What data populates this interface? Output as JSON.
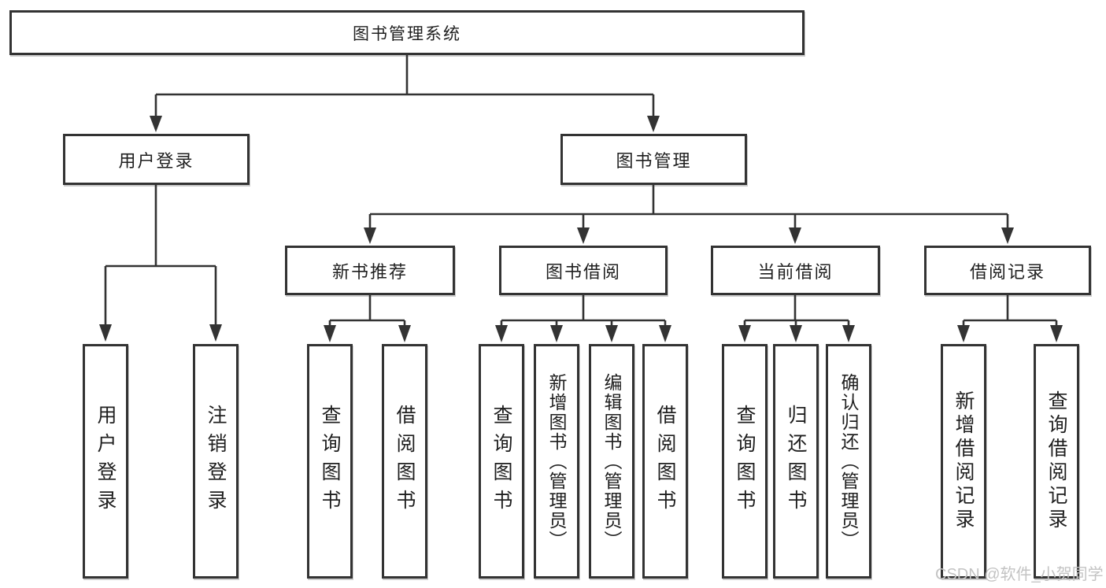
{
  "diagram": {
    "root": {
      "label": "图书管理系统"
    },
    "level1": [
      {
        "label": "用户登录"
      },
      {
        "label": "图书管理"
      }
    ],
    "level2": [
      {
        "label": "新书推荐"
      },
      {
        "label": "图书借阅"
      },
      {
        "label": "当前借阅"
      },
      {
        "label": "借阅记录"
      }
    ],
    "leaves": {
      "user_login": [
        {
          "label": "用户登录"
        },
        {
          "label": "注销登录"
        }
      ],
      "new_book": [
        {
          "label": "查询图书"
        },
        {
          "label": "借阅图书"
        }
      ],
      "book_borrow": [
        {
          "label": "查询图书"
        },
        {
          "label": "新增图书（管理员）"
        },
        {
          "label": "编辑图书（管理员）"
        },
        {
          "label": "借阅图书"
        }
      ],
      "current_borrow": [
        {
          "label": "查询图书"
        },
        {
          "label": "归还图书"
        },
        {
          "label": "确认归还（管理员）"
        }
      ],
      "borrow_records": [
        {
          "label": "新增借阅记录"
        },
        {
          "label": "查询借阅记录"
        }
      ]
    },
    "watermark": "CSDN @软件_小贺同学",
    "colors": {
      "line": "#333333",
      "box_border": "#333333",
      "box_fill": "#ffffff",
      "text": "#1f1f1f",
      "watermark": "#c3c3c3"
    }
  }
}
